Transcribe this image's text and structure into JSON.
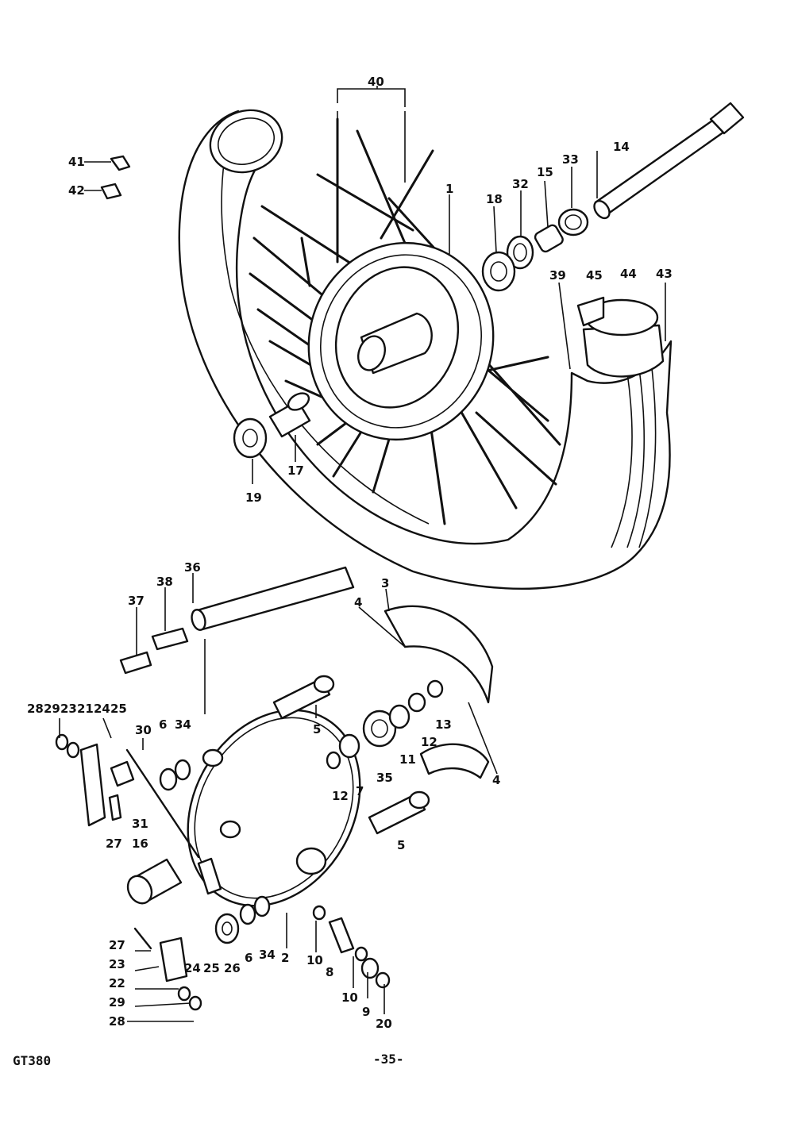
{
  "diagram": {
    "model": "GT380",
    "page_number": "-35-",
    "part_numbers": [
      "40",
      "41",
      "42",
      "14",
      "33",
      "15",
      "32",
      "18",
      "1",
      "39",
      "45",
      "44",
      "43",
      "17",
      "19",
      "36",
      "38",
      "37",
      "3",
      "4",
      "5",
      "28",
      "29",
      "23",
      "21",
      "24",
      "25",
      "30",
      "6",
      "34",
      "13",
      "12",
      "11",
      "35",
      "7",
      "31",
      "27",
      "16",
      "2",
      "10",
      "8",
      "9",
      "20",
      "26",
      "22"
    ]
  }
}
